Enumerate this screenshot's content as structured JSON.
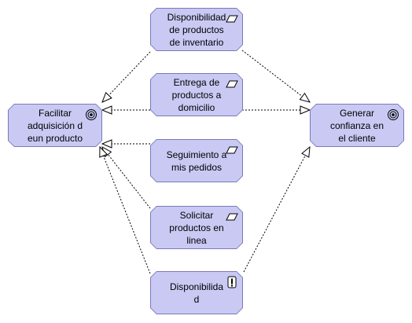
{
  "diagram": {
    "nodes": [
      {
        "id": "disponibilidad-productos",
        "label": "Disponibilidad\nde productos\nde inventario",
        "icon": "parallelogram-icon"
      },
      {
        "id": "entrega-domicilio",
        "label": "Entrega de\nproductos a\ndomicilio",
        "icon": "parallelogram-icon"
      },
      {
        "id": "seguimiento-pedidos",
        "label": "Seguimiento a\nmis pedidos",
        "icon": "parallelogram-icon"
      },
      {
        "id": "solicitar-productos",
        "label": "Solicitar\nproductos en\nlinea",
        "icon": "parallelogram-icon"
      },
      {
        "id": "disponibilidad",
        "label": "Disponibilida\nd",
        "icon": "exclamation-icon"
      },
      {
        "id": "facilitar-adquisicion",
        "label": "Facilitar\nadquisición d\neun producto",
        "icon": "target-icon"
      },
      {
        "id": "generar-confianza",
        "label": "Generar\nconfianza en\nel cliente",
        "icon": "target-icon"
      }
    ],
    "colors": {
      "node_fill": "#c9c9f4",
      "node_border": "#7a7ab8",
      "edge": "#000000"
    }
  }
}
